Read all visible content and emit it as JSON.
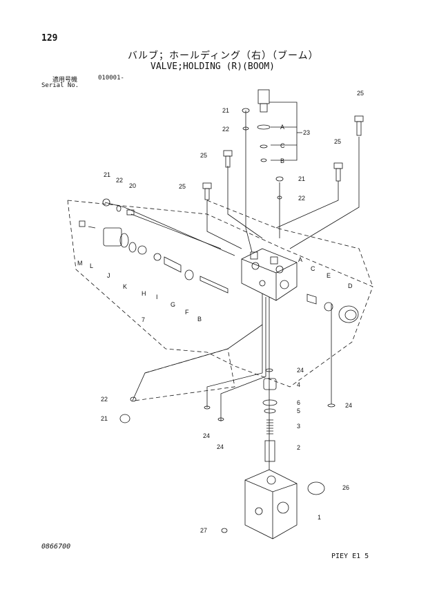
{
  "header": {
    "page_number": "129",
    "title_jp": "バルブ；ホールディング（右）（ブーム）",
    "title_en": "VALVE;HOLDING (R)(BOOM)",
    "serial_label_jp": "適用号機",
    "serial_value": "010001-",
    "serial_label_en": "Serial No."
  },
  "footer": {
    "drawing_code": "0866700",
    "reference": "PIEY E1 5"
  },
  "callouts": [
    {
      "text": "25"
    },
    {
      "text": "21"
    },
    {
      "text": "22"
    },
    {
      "text": "A"
    },
    {
      "text": "23"
    },
    {
      "text": "C"
    },
    {
      "text": "B"
    },
    {
      "text": "25"
    },
    {
      "text": "25"
    },
    {
      "text": "21"
    },
    {
      "text": "25"
    },
    {
      "text": "22"
    },
    {
      "text": "21"
    },
    {
      "text": "22"
    },
    {
      "text": "20"
    },
    {
      "text": "M"
    },
    {
      "text": "L"
    },
    {
      "text": "J"
    },
    {
      "text": "K"
    },
    {
      "text": "H"
    },
    {
      "text": "I"
    },
    {
      "text": "G"
    },
    {
      "text": "F"
    },
    {
      "text": "B"
    },
    {
      "text": "A"
    },
    {
      "text": "C"
    },
    {
      "text": "E"
    },
    {
      "text": "D"
    },
    {
      "text": "7"
    },
    {
      "text": "24"
    },
    {
      "text": "4"
    },
    {
      "text": "6"
    },
    {
      "text": "5"
    },
    {
      "text": "24"
    },
    {
      "text": "22"
    },
    {
      "text": "21"
    },
    {
      "text": "3"
    },
    {
      "text": "24"
    },
    {
      "text": "24"
    },
    {
      "text": "2"
    },
    {
      "text": "26"
    },
    {
      "text": "1"
    },
    {
      "text": "27"
    }
  ]
}
